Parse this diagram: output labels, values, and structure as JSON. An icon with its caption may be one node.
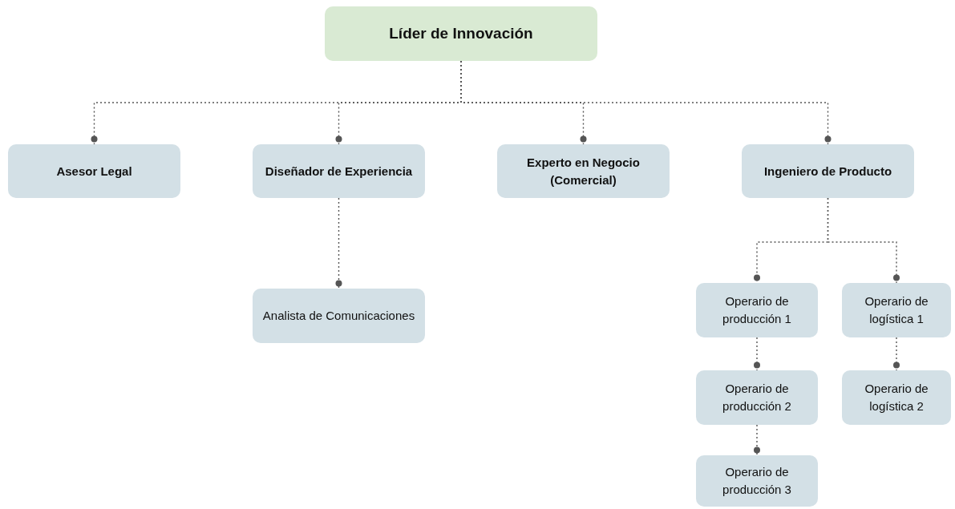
{
  "diagram": {
    "nodes": [
      {
        "text": [
          "Líder de Innovación"
        ]
      },
      {
        "text": [
          "Asesor Legal"
        ]
      },
      {
        "text": [
          "Diseñador de Experiencia"
        ]
      },
      {
        "text": [
          "Experto en Negocio (Comercial)"
        ]
      },
      {
        "text": [
          "Ingeniero de Producto"
        ]
      },
      {
        "text": [
          "Analista de Comunicaciones"
        ]
      },
      {
        "text": [
          "Operario de producción 1"
        ]
      },
      {
        "text": [
          "Operario de logística 1"
        ]
      },
      {
        "text": [
          "Operario de producción 2"
        ]
      },
      {
        "text": [
          "Operario de logística 2"
        ]
      },
      {
        "text": [
          "Operario de producción 3"
        ]
      }
    ],
    "edges": [
      {
        "from": 0,
        "to": 1,
        "arrow": "other"
      },
      {
        "from": 0,
        "to": 2,
        "arrow": "other"
      },
      {
        "from": 0,
        "to": 3,
        "arrow": "other"
      },
      {
        "from": 0,
        "to": 4,
        "arrow": "other"
      },
      {
        "from": 2,
        "to": 5,
        "arrow": "other"
      },
      {
        "from": 4,
        "to": 6,
        "arrow": "other"
      },
      {
        "from": 4,
        "to": 7,
        "arrow": "other"
      },
      {
        "from": 6,
        "to": 8,
        "arrow": "other"
      },
      {
        "from": 7,
        "to": 9,
        "arrow": "other"
      },
      {
        "from": 8,
        "to": 10,
        "arrow": "other"
      }
    ]
  }
}
